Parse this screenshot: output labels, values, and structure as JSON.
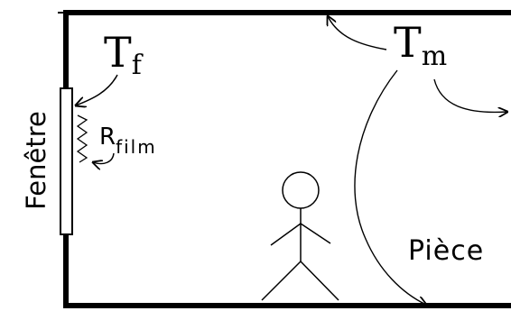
{
  "labels": {
    "window": "Fenêtre",
    "t_f_base": "T",
    "t_f_sub": "f",
    "t_m_base": "T",
    "t_m_sub": "m",
    "r_film_base": "R",
    "r_film_sub": "film",
    "room": "Pièce"
  },
  "colors": {
    "stroke": "#000000",
    "background": "#ffffff"
  },
  "icons": {
    "person": "stick-figure-icon",
    "resistor": "zigzag-resistor-icon"
  }
}
